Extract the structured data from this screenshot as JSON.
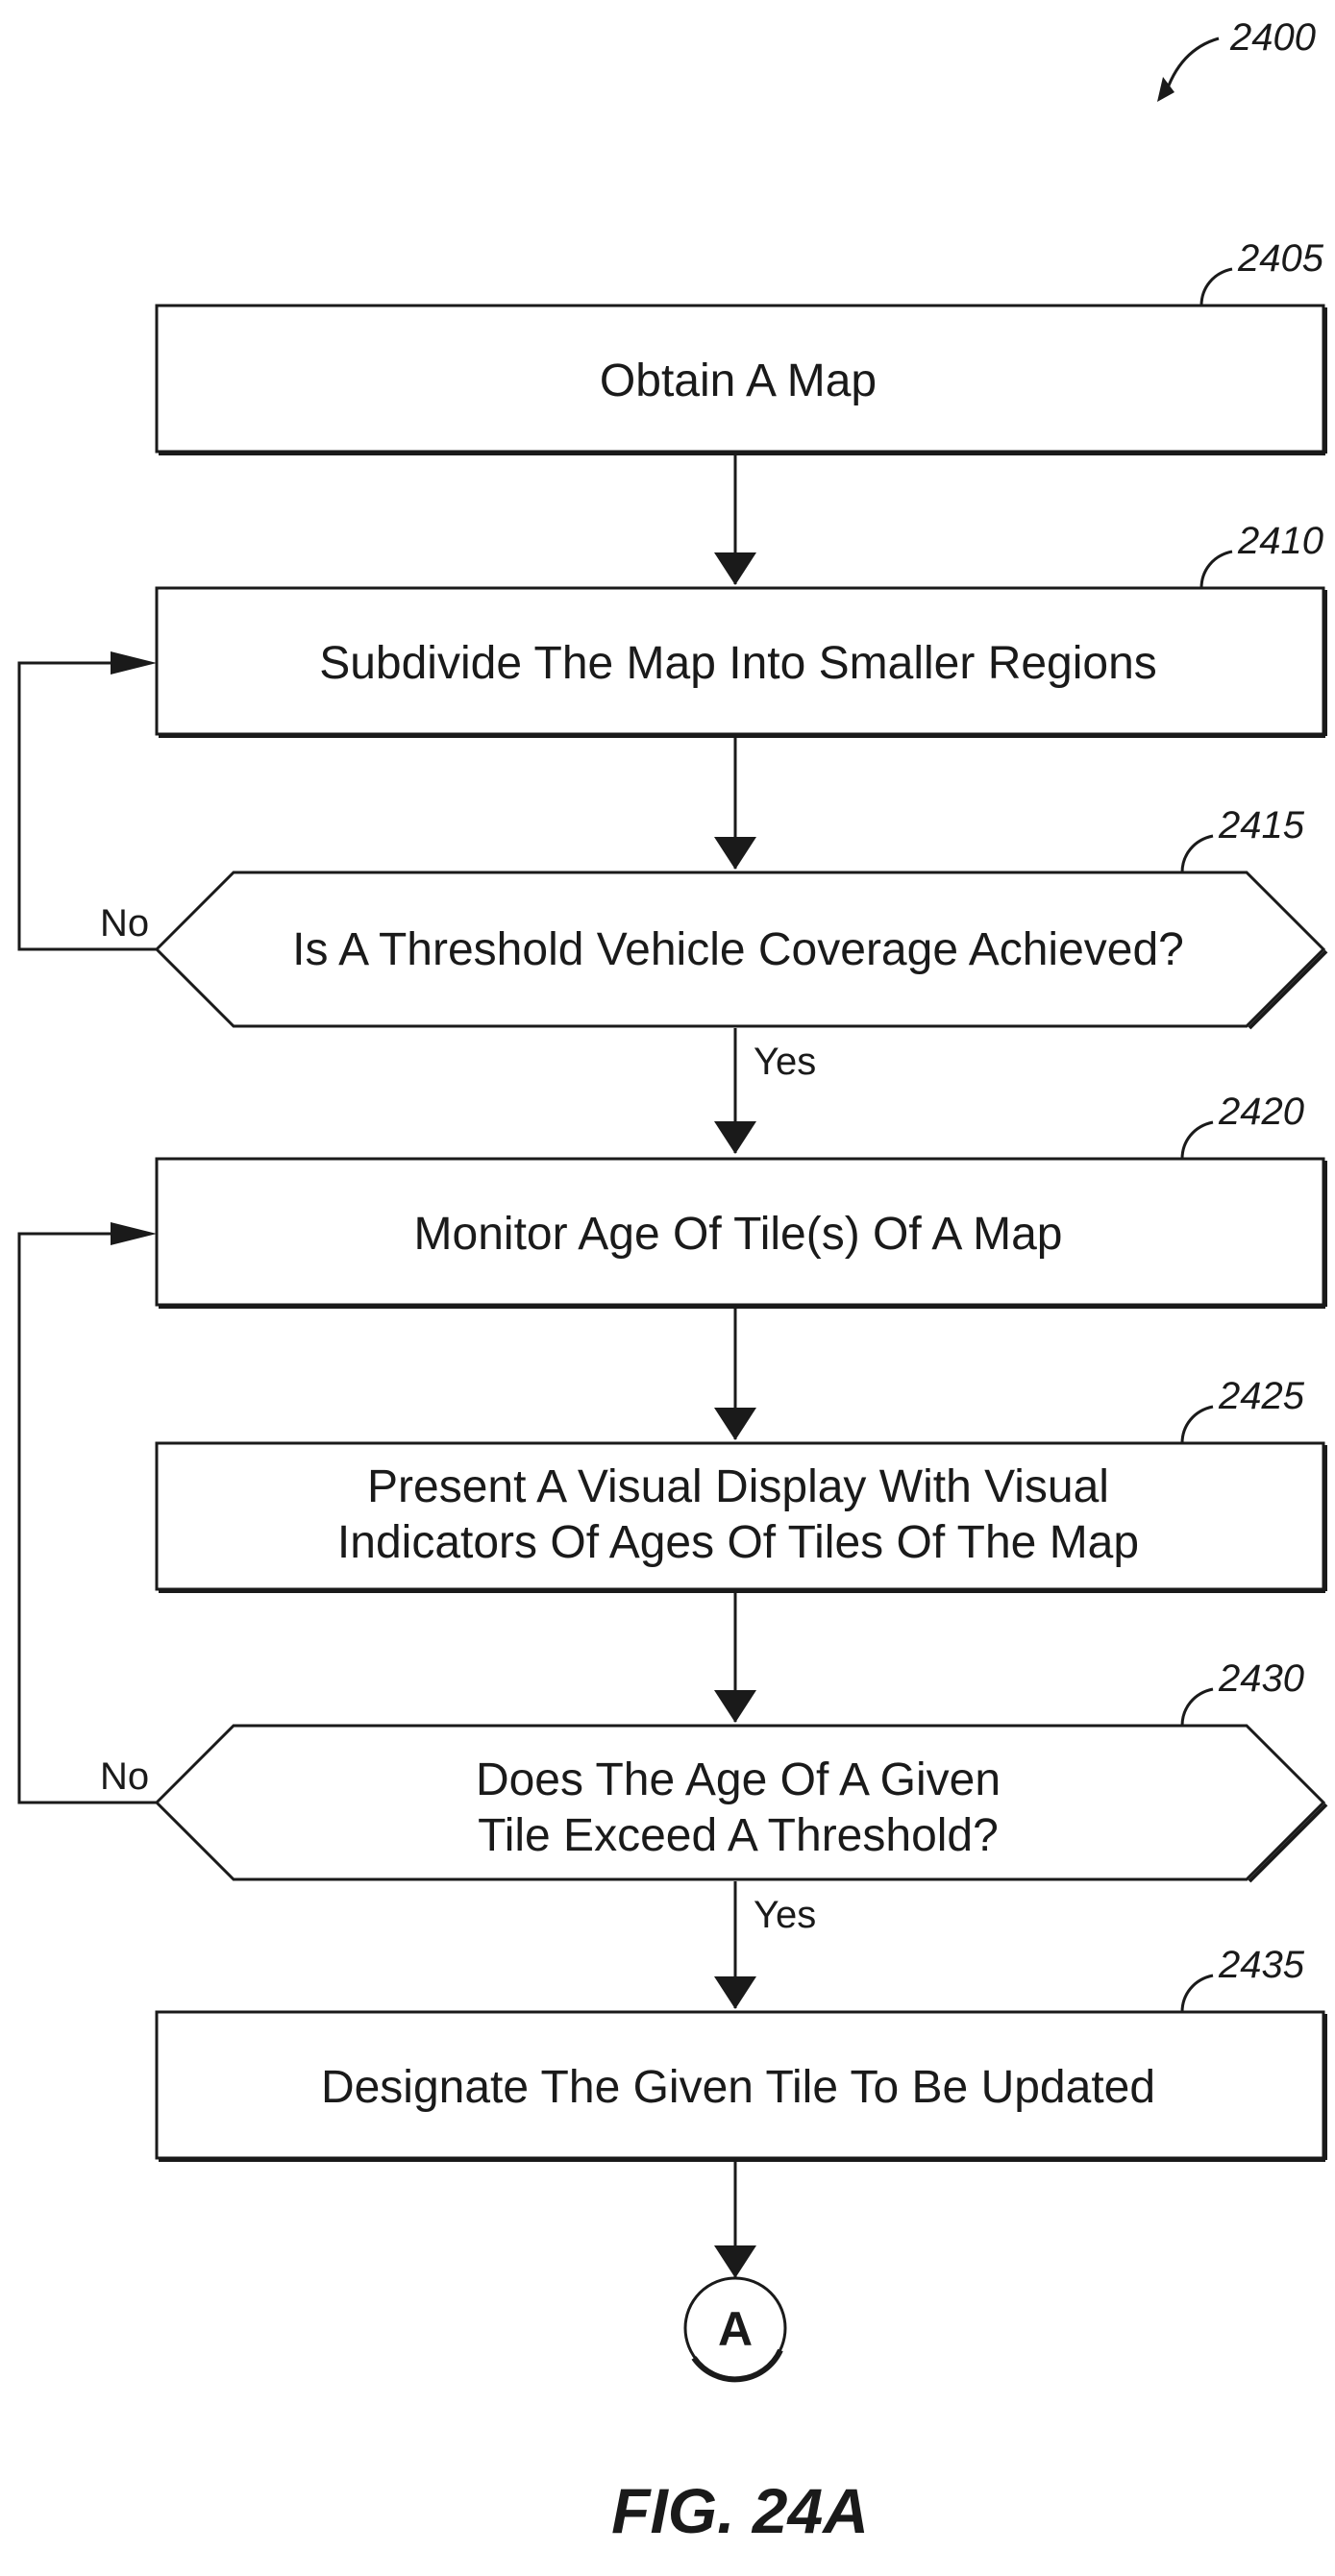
{
  "figure": {
    "ref": "2400",
    "caption": "FIG. 24A"
  },
  "steps": [
    {
      "ref": "2405",
      "lines": [
        "Obtain A Map"
      ]
    },
    {
      "ref": "2410",
      "lines": [
        "Subdivide The Map Into Smaller Regions"
      ]
    },
    {
      "ref": "2415",
      "lines": [
        "Is A Threshold Vehicle Coverage Achieved?"
      ]
    },
    {
      "ref": "2420",
      "lines": [
        "Monitor Age Of Tile(s) Of A Map"
      ]
    },
    {
      "ref": "2425",
      "lines": [
        "Present A Visual Display With Visual",
        "Indicators Of Ages Of Tiles Of The Map"
      ]
    },
    {
      "ref": "2430",
      "lines": [
        "Does The Age Of A Given",
        "Tile Exceed A Threshold?"
      ]
    },
    {
      "ref": "2435",
      "lines": [
        "Designate The Given Tile To Be Updated"
      ]
    }
  ],
  "labels": {
    "no_1": "No",
    "yes_1": "Yes",
    "no_2": "No",
    "yes_2": "Yes"
  },
  "connector": "A"
}
